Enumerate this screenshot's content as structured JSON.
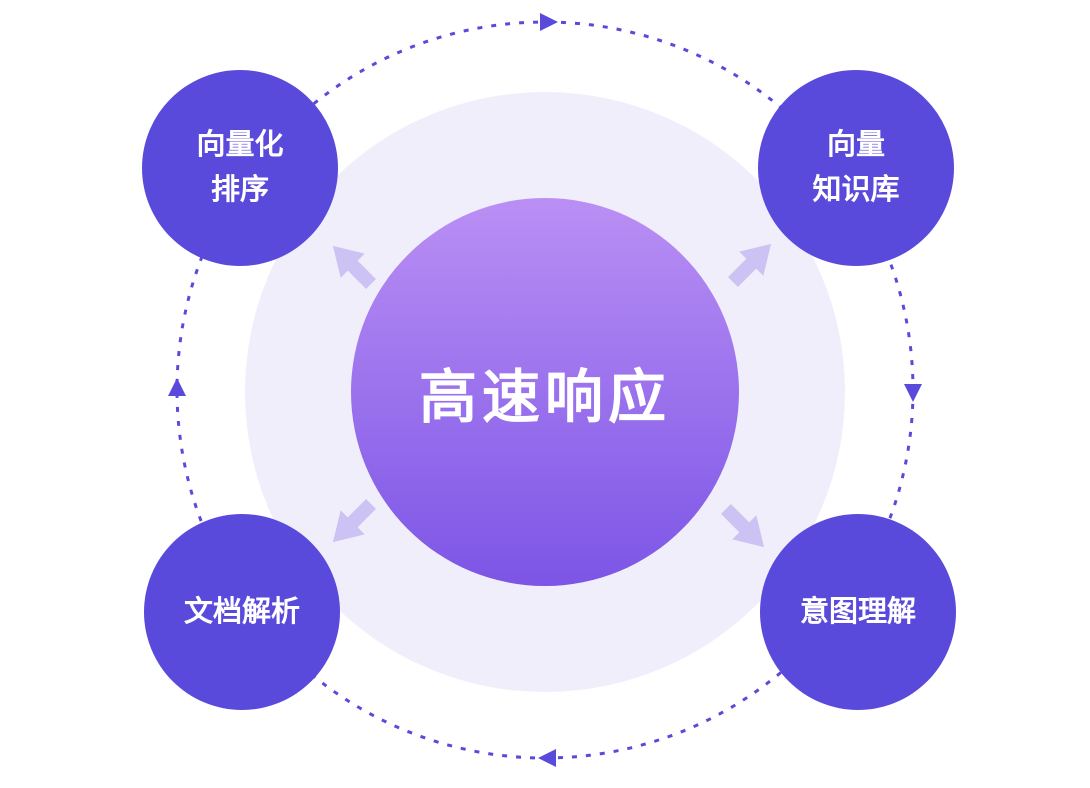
{
  "diagram": {
    "center": {
      "label": "高速响应"
    },
    "nodes": [
      {
        "id": "vectorized-ranking",
        "lines": [
          "向量化",
          "排序"
        ]
      },
      {
        "id": "vector-knowledge-base",
        "lines": [
          "向量",
          "知识库"
        ]
      },
      {
        "id": "document-parsing",
        "lines": [
          "文档解析"
        ]
      },
      {
        "id": "intent-understanding",
        "lines": [
          "意图理解"
        ]
      }
    ],
    "icons": {
      "spoke_arrow": "outward-arrow",
      "orbit_marker": "clockwise-triangle"
    },
    "colors": {
      "node": "#5A4ADC",
      "orbit": "#5A4ADC",
      "halo": "#F1EEFB",
      "arrow": "#CDC2F4",
      "center_gradient_start": "#BA8FF4",
      "center_gradient_end": "#7C55E6",
      "text": "#FFFFFF"
    }
  }
}
